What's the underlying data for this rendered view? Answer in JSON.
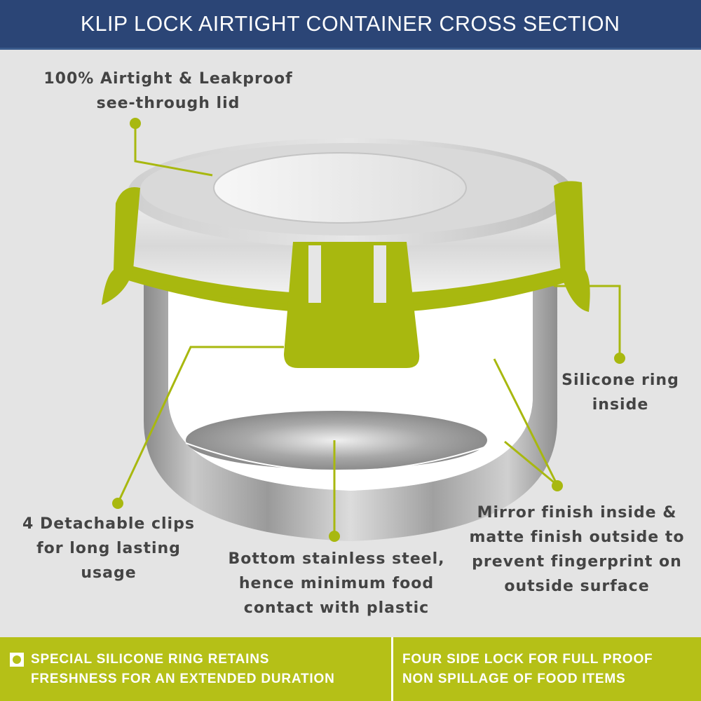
{
  "header": {
    "title": "KLIP LOCK AIRTIGHT CONTAINER CROSS SECTION",
    "background": "#2b4576"
  },
  "colors": {
    "accent_green": "#a8b80f",
    "footer_green": "#b5c017",
    "text": "#444444",
    "background": "#e4e4e4"
  },
  "callouts": [
    {
      "id": "lid",
      "text": "100% Airtight & Leakproof\nsee-through lid"
    },
    {
      "id": "silicone",
      "text": "Silicone ring\ninside"
    },
    {
      "id": "clips",
      "text": "4 Detachable clips\nfor long lasting\nusage"
    },
    {
      "id": "bottom",
      "text": "Bottom stainless steel,\nhence minimum food\ncontact with plastic"
    },
    {
      "id": "finish",
      "text": "Mirror finish inside &\nmatte finish outside to\nprevent fingerprint on\noutside surface"
    }
  ],
  "footer": {
    "left": {
      "icon": "circle-bullet-icon",
      "line1": "SPECIAL SILICONE RING RETAINS",
      "line2": "FRESHNESS FOR AN EXTENDED DURATION"
    },
    "right": {
      "line1": "FOUR SIDE LOCK FOR FULL PROOF",
      "line2": "NON SPILLAGE OF FOOD ITEMS"
    }
  }
}
